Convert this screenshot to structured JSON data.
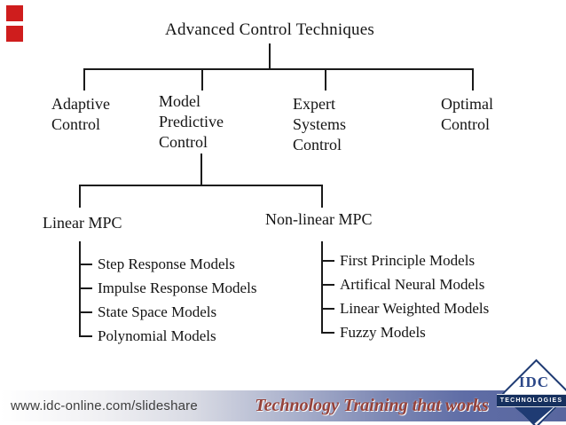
{
  "diagram": {
    "title": "Advanced Control Techniques",
    "branches": [
      "Adaptive\nControl",
      "Model\nPredictive\nControl",
      "Expert\nSystems\nControl",
      "Optimal\nControl"
    ],
    "mpc": {
      "linear": {
        "title": "Linear MPC",
        "items": [
          "Step Response Models",
          "Impulse Response Models",
          "State Space Models",
          "Polynomial Models"
        ]
      },
      "nonlinear": {
        "title": "Non-linear MPC",
        "items": [
          "First Principle Models",
          "Artifical Neural Models",
          "Linear Weighted Models",
          "Fuzzy Models"
        ]
      }
    }
  },
  "footer": {
    "url": "www.idc-online.com/slideshare",
    "tagline": "Technology Training that works",
    "logo": {
      "abbr": "IDC",
      "banner": "TECHNOLOGIES",
      "icon": "idc-diamond-logo"
    }
  },
  "colors": {
    "line": "#1a1a1a",
    "red_marker": "#cf1d1d",
    "footer_slate_blue": "#58669e",
    "logo_navy": "#1f3b73",
    "tagline_red": "#96423a"
  }
}
